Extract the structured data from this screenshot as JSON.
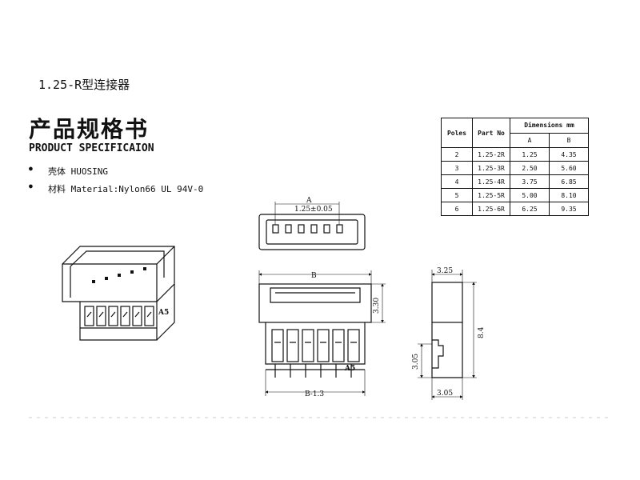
{
  "header": {
    "subtitle": "1.25-R型连接器",
    "title_cn": "产品规格书",
    "title_en": "PRODUCT SPECIFICAION"
  },
  "bullets": [
    "壳体 HUOSING",
    "材料 Material:Nylon66 UL 94V-0"
  ],
  "table": {
    "headers": {
      "poles": "Poles",
      "part_no": "Part No",
      "dimensions": "Dimensions mm",
      "a": "A",
      "b": "B"
    },
    "rows": [
      {
        "poles": "2",
        "part": "1.25-2R",
        "a": "1.25",
        "b": "4.35"
      },
      {
        "poles": "3",
        "part": "1.25-3R",
        "a": "2.50",
        "b": "5.60"
      },
      {
        "poles": "4",
        "part": "1.25-4R",
        "a": "3.75",
        "b": "6.85"
      },
      {
        "poles": "5",
        "part": "1.25-5R",
        "a": "5.00",
        "b": "8.10"
      },
      {
        "poles": "6",
        "part": "1.25-6R",
        "a": "6.25",
        "b": "9.35"
      }
    ]
  },
  "drawing": {
    "top_dim_a": "A",
    "top_dim_pitch": "1.25±0.05",
    "front_dim_b": "B",
    "front_dim_height": "3.30",
    "front_dim_b_minus": "B-1.3",
    "front_marking": "A5",
    "iso_marking": "A5",
    "side_dim_top": "3.25",
    "side_dim_height": "8.4",
    "side_dim_lower": "3.05",
    "side_dim_bottom": "3.05"
  }
}
